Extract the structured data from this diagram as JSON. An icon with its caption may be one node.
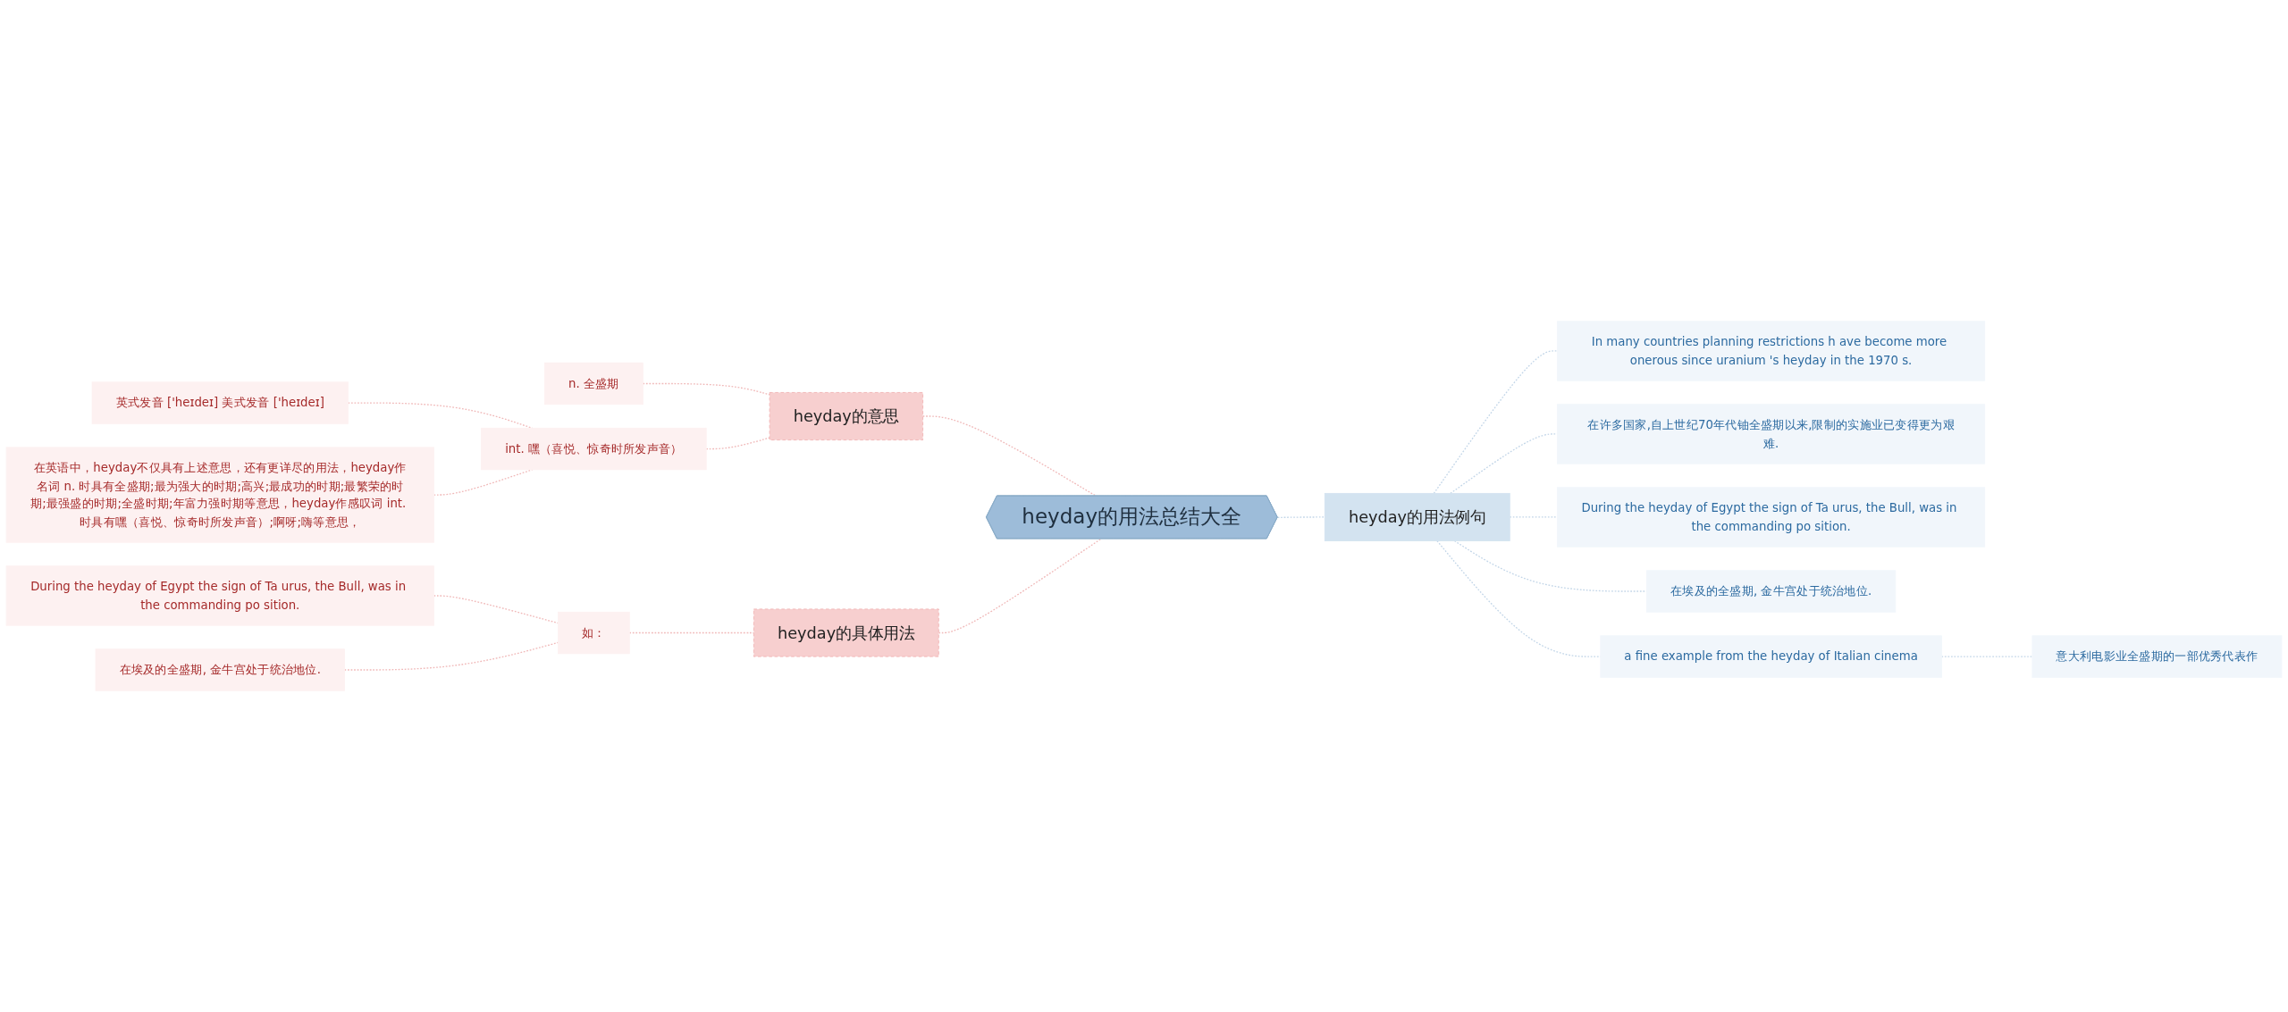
{
  "diagram": {
    "nodes": [
      {
        "text": [
          "heyday的用法总结大全"
        ]
      },
      {
        "text": [
          "heyday的意思"
        ]
      },
      {
        "text": [
          "n. 全盛期"
        ]
      },
      {
        "text": [
          "int. 嘿（喜悦、惊奇时所发声音）"
        ]
      },
      {
        "text": [
          "英式发音 ['heɪdeɪ] 美式发音 ['heɪdeɪ]"
        ]
      },
      {
        "text": [
          "在英语中，heyday不仅具有上述意思，还有更详尽的用法，heyday作名词 n. 时具有全盛期;最为强大的时期;高兴;最成功的时期;最繁荣的时期;最强盛的时期;全盛时期;年富力强时期等意思，heyday作感叹词 int. 时具有嘿（喜悦、惊奇时所发声音）;啊呀;嗨等意思，"
        ]
      },
      {
        "text": [
          "heyday的用法例句"
        ]
      },
      {
        "text": [
          "In many countries planning restrictions h ave become more onerous since uranium 's heyday in the 1970 s."
        ]
      },
      {
        "text": [
          "在许多国家,自上世纪70年代铀全盛期以来,限制的实施业已变得更为艰难."
        ]
      },
      {
        "text": [
          "During the heyday of Egypt the sign of Ta urus, the Bull, was in the commanding po sition."
        ]
      },
      {
        "text": [
          "在埃及的全盛期, 金牛宫处于统治地位."
        ]
      },
      {
        "text": [
          "a fine example from the heyday of Italian cinema"
        ]
      },
      {
        "text": [
          "意大利电影业全盛期的一部优秀代表作"
        ]
      },
      {
        "text": [
          "heyday的具体用法"
        ]
      },
      {
        "text": [
          "如："
        ]
      },
      {
        "text": [
          "During the heyday of Egypt the sign of Ta urus, the Bull, was in the commanding po sition."
        ]
      },
      {
        "text": [
          "在埃及的全盛期, 金牛宫处于统治地位."
        ]
      }
    ],
    "edges": [
      {
        "from": 0,
        "to": 1,
        "arrow": "none",
        "style": "dashed"
      },
      {
        "from": 1,
        "to": 2,
        "arrow": "none",
        "style": "dashed"
      },
      {
        "from": 1,
        "to": 3,
        "arrow": "none",
        "style": "dashed"
      },
      {
        "from": 3,
        "to": 4,
        "arrow": "none",
        "style": "dashed"
      },
      {
        "from": 3,
        "to": 5,
        "arrow": "none",
        "style": "dashed"
      },
      {
        "from": 0,
        "to": 6,
        "arrow": "none",
        "style": "dashed",
        "color": "#c3d6e8"
      },
      {
        "from": 6,
        "to": 7,
        "arrow": "none",
        "style": "dashed",
        "color": "#c3d6e8"
      },
      {
        "from": 6,
        "to": 8,
        "arrow": "none",
        "style": "dashed",
        "color": "#c3d6e8"
      },
      {
        "from": 6,
        "to": 9,
        "arrow": "none",
        "style": "dashed",
        "color": "#c3d6e8"
      },
      {
        "from": 6,
        "to": 10,
        "arrow": "none",
        "style": "dashed",
        "color": "#c3d6e8"
      },
      {
        "from": 6,
        "to": 11,
        "arrow": "none",
        "style": "dashed",
        "color": "#c3d6e8"
      },
      {
        "from": 11,
        "to": 12,
        "arrow": "none",
        "style": "dashed",
        "color": "#c3d6e8"
      },
      {
        "from": 0,
        "to": 13,
        "arrow": "none",
        "style": "dashed"
      },
      {
        "from": 13,
        "to": 14,
        "arrow": "none",
        "style": "dashed"
      },
      {
        "from": 14,
        "to": 15,
        "arrow": "none",
        "style": "dashed"
      },
      {
        "from": 14,
        "to": 16,
        "arrow": "none",
        "style": "dashed"
      }
    ]
  }
}
